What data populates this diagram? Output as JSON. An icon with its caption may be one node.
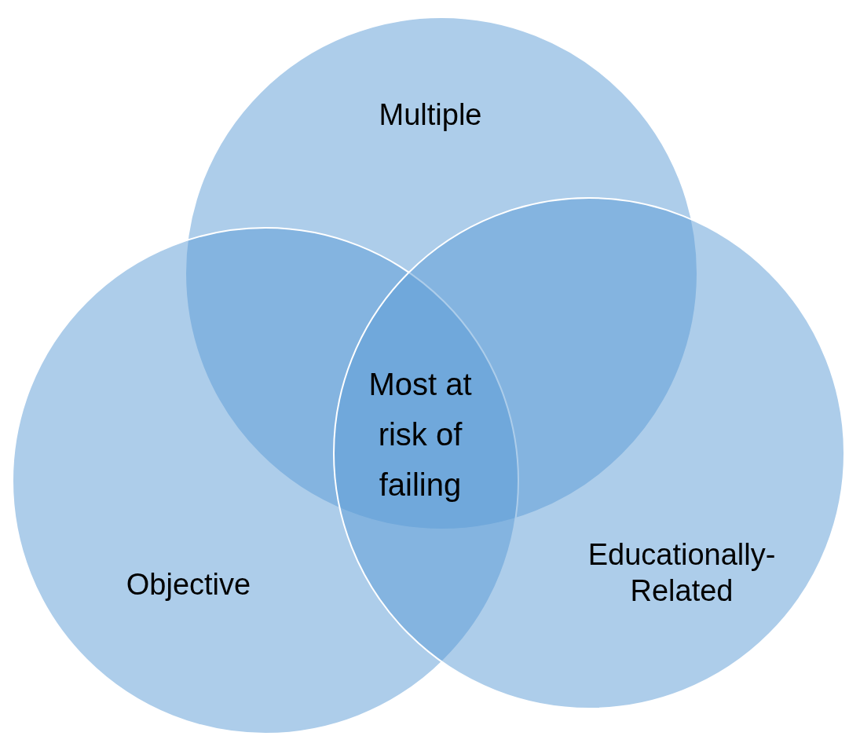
{
  "diagram": {
    "nodes": [
      {
        "text": [
          "Multiple"
        ]
      },
      {
        "text": [
          "Objective"
        ]
      },
      {
        "text": [
          "Educationally-Related"
        ]
      }
    ],
    "labels": [
      "Most at risk of failing"
    ]
  }
}
